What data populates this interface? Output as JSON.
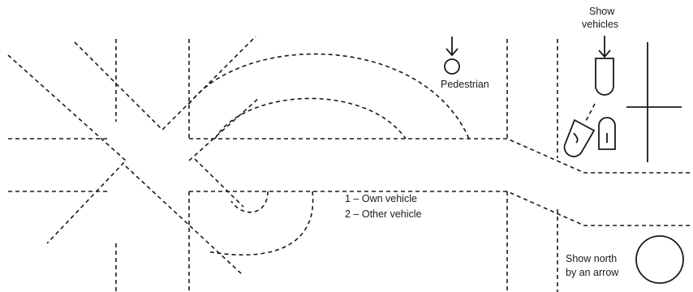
{
  "labels": {
    "pedestrian": "Pedestrian",
    "show_vehicles_line1": "Show",
    "show_vehicles_line2": "vehicles",
    "legend_line1": "1 – Own vehicle",
    "legend_line2": "2 – Other vehicle",
    "north_line1": "Show north",
    "north_line2": "by an arrow"
  },
  "colors": {
    "ink": "#1a1a1a",
    "background": "#ffffff"
  }
}
